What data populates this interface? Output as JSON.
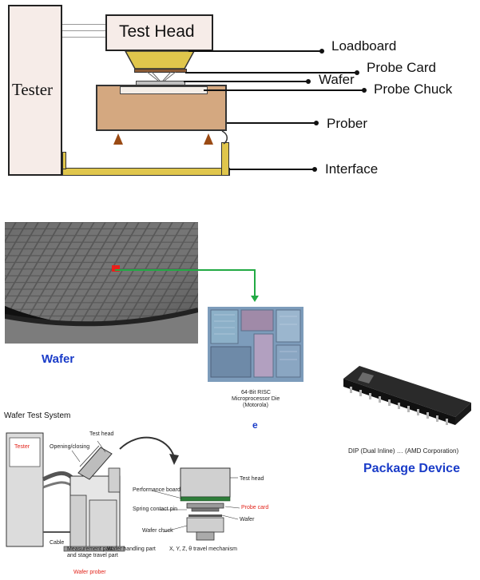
{
  "top_diagram": {
    "tester_label": "Tester",
    "test_head_label": "Test Head",
    "callouts": {
      "loadboard": "Loadboard",
      "probe_card": "Probe Card",
      "wafer": "Wafer",
      "probe_chuck": "Probe Chuck",
      "prober": "Prober",
      "interface": "Interface"
    }
  },
  "middle": {
    "wafer_caption": "Wafer",
    "die_caption_line1": "64-Bit RISC",
    "die_caption_line2": "Microprocessor Die",
    "die_caption_line3": "(Motorola)",
    "die_fragment": "e",
    "package_caption_small": "DIP (Dual Inline) … (AMD Corporation)",
    "package_caption": "Package Device",
    "accent_blue": "#1a3cc8",
    "arrow_green": "#22aa44"
  },
  "wafer_test_system": {
    "title": "Wafer Test System",
    "tester": "Tester",
    "opening_closing": "Opening/closing",
    "test_head": "Test head",
    "cable": "Cable",
    "measurement_part": "Measurement part",
    "stage_travel": "and stage travel part",
    "wafer_handling": "Wafer handling part",
    "wafer_prober": "Wafer prober",
    "performance_board": "Performance board",
    "test_head_right": "Test head",
    "spring_contact": "Spring contact pin",
    "probe_card": "Probe card",
    "wafer": "Wafer",
    "wafer_chuck": "Wafer chuck",
    "xyz_mechanism": "X, Y, Z, θ travel mechanism"
  }
}
